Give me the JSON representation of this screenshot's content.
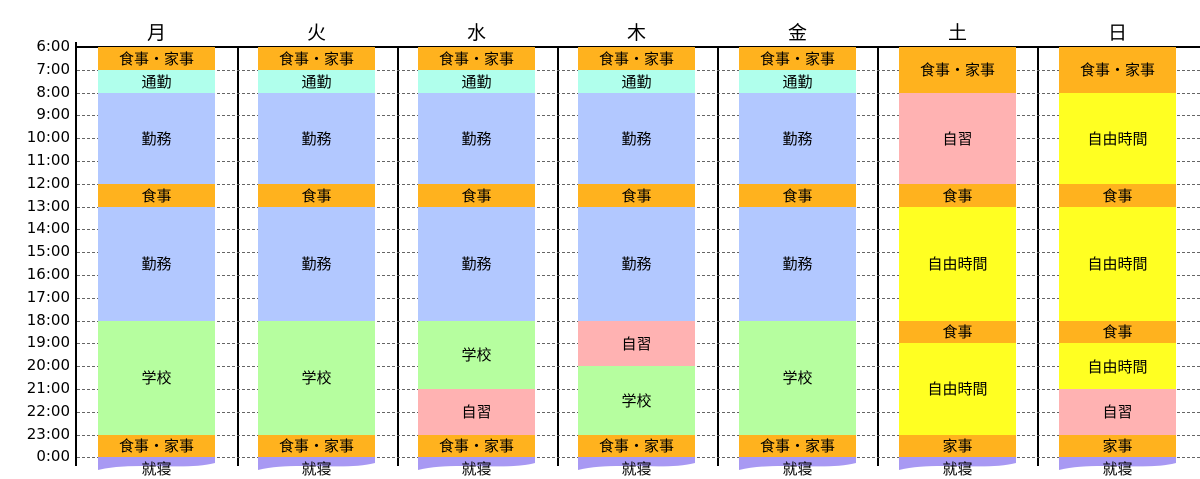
{
  "days": [
    {
      "label": "月",
      "blocks": [
        {
          "start": 6,
          "end": 7,
          "label": "食事・家事",
          "category": "meal_chores"
        },
        {
          "start": 7,
          "end": 8,
          "label": "通勤",
          "category": "commute"
        },
        {
          "start": 8,
          "end": 12,
          "label": "勤務",
          "category": "work"
        },
        {
          "start": 12,
          "end": 13,
          "label": "食事",
          "category": "meal_chores"
        },
        {
          "start": 13,
          "end": 18,
          "label": "勤務",
          "category": "work"
        },
        {
          "start": 18,
          "end": 23,
          "label": "学校",
          "category": "school"
        },
        {
          "start": 23,
          "end": 24,
          "label": "食事・家事",
          "category": "meal_chores"
        },
        {
          "start": 24,
          "end": 24.6,
          "label": "就寝",
          "category": "sleep"
        }
      ]
    },
    {
      "label": "火",
      "blocks": [
        {
          "start": 6,
          "end": 7,
          "label": "食事・家事",
          "category": "meal_chores"
        },
        {
          "start": 7,
          "end": 8,
          "label": "通勤",
          "category": "commute"
        },
        {
          "start": 8,
          "end": 12,
          "label": "勤務",
          "category": "work"
        },
        {
          "start": 12,
          "end": 13,
          "label": "食事",
          "category": "meal_chores"
        },
        {
          "start": 13,
          "end": 18,
          "label": "勤務",
          "category": "work"
        },
        {
          "start": 18,
          "end": 23,
          "label": "学校",
          "category": "school"
        },
        {
          "start": 23,
          "end": 24,
          "label": "食事・家事",
          "category": "meal_chores"
        },
        {
          "start": 24,
          "end": 24.6,
          "label": "就寝",
          "category": "sleep"
        }
      ]
    },
    {
      "label": "水",
      "blocks": [
        {
          "start": 6,
          "end": 7,
          "label": "食事・家事",
          "category": "meal_chores"
        },
        {
          "start": 7,
          "end": 8,
          "label": "通勤",
          "category": "commute"
        },
        {
          "start": 8,
          "end": 12,
          "label": "勤務",
          "category": "work"
        },
        {
          "start": 12,
          "end": 13,
          "label": "食事",
          "category": "meal_chores"
        },
        {
          "start": 13,
          "end": 18,
          "label": "勤務",
          "category": "work"
        },
        {
          "start": 18,
          "end": 21,
          "label": "学校",
          "category": "school"
        },
        {
          "start": 21,
          "end": 23,
          "label": "自習",
          "category": "self_study"
        },
        {
          "start": 23,
          "end": 24,
          "label": "食事・家事",
          "category": "meal_chores"
        },
        {
          "start": 24,
          "end": 24.6,
          "label": "就寝",
          "category": "sleep"
        }
      ]
    },
    {
      "label": "木",
      "blocks": [
        {
          "start": 6,
          "end": 7,
          "label": "食事・家事",
          "category": "meal_chores"
        },
        {
          "start": 7,
          "end": 8,
          "label": "通勤",
          "category": "commute"
        },
        {
          "start": 8,
          "end": 12,
          "label": "勤務",
          "category": "work"
        },
        {
          "start": 12,
          "end": 13,
          "label": "食事",
          "category": "meal_chores"
        },
        {
          "start": 13,
          "end": 18,
          "label": "勤務",
          "category": "work"
        },
        {
          "start": 18,
          "end": 20,
          "label": "自習",
          "category": "self_study"
        },
        {
          "start": 20,
          "end": 23,
          "label": "学校",
          "category": "school"
        },
        {
          "start": 23,
          "end": 24,
          "label": "食事・家事",
          "category": "meal_chores"
        },
        {
          "start": 24,
          "end": 24.6,
          "label": "就寝",
          "category": "sleep"
        }
      ]
    },
    {
      "label": "金",
      "blocks": [
        {
          "start": 6,
          "end": 7,
          "label": "食事・家事",
          "category": "meal_chores"
        },
        {
          "start": 7,
          "end": 8,
          "label": "通勤",
          "category": "commute"
        },
        {
          "start": 8,
          "end": 12,
          "label": "勤務",
          "category": "work"
        },
        {
          "start": 12,
          "end": 13,
          "label": "食事",
          "category": "meal_chores"
        },
        {
          "start": 13,
          "end": 18,
          "label": "勤務",
          "category": "work"
        },
        {
          "start": 18,
          "end": 23,
          "label": "学校",
          "category": "school"
        },
        {
          "start": 23,
          "end": 24,
          "label": "食事・家事",
          "category": "meal_chores"
        },
        {
          "start": 24,
          "end": 24.6,
          "label": "就寝",
          "category": "sleep"
        }
      ]
    },
    {
      "label": "土",
      "blocks": [
        {
          "start": 6,
          "end": 8,
          "label": "食事・家事",
          "category": "meal_chores"
        },
        {
          "start": 8,
          "end": 12,
          "label": "自習",
          "category": "self_study"
        },
        {
          "start": 12,
          "end": 13,
          "label": "食事",
          "category": "meal_chores"
        },
        {
          "start": 13,
          "end": 18,
          "label": "自由時間",
          "category": "free_time"
        },
        {
          "start": 18,
          "end": 19,
          "label": "食事",
          "category": "meal_chores"
        },
        {
          "start": 19,
          "end": 23,
          "label": "自由時間",
          "category": "free_time"
        },
        {
          "start": 23,
          "end": 24,
          "label": "家事",
          "category": "meal_chores"
        },
        {
          "start": 24,
          "end": 24.6,
          "label": "就寝",
          "category": "sleep"
        }
      ]
    },
    {
      "label": "日",
      "blocks": [
        {
          "start": 6,
          "end": 8,
          "label": "食事・家事",
          "category": "meal_chores"
        },
        {
          "start": 8,
          "end": 12,
          "label": "自由時間",
          "category": "free_time"
        },
        {
          "start": 12,
          "end": 13,
          "label": "食事",
          "category": "meal_chores"
        },
        {
          "start": 13,
          "end": 18,
          "label": "自由時間",
          "category": "free_time"
        },
        {
          "start": 18,
          "end": 19,
          "label": "食事",
          "category": "meal_chores"
        },
        {
          "start": 19,
          "end": 21,
          "label": "自由時間",
          "category": "free_time"
        },
        {
          "start": 21,
          "end": 23,
          "label": "自習",
          "category": "self_study"
        },
        {
          "start": 23,
          "end": 24,
          "label": "家事",
          "category": "meal_chores"
        },
        {
          "start": 24,
          "end": 24.6,
          "label": "就寝",
          "category": "sleep"
        }
      ]
    }
  ],
  "time_labels": [
    "6:00",
    "7:00",
    "8:00",
    "9:00",
    "10:00",
    "11:00",
    "12:00",
    "13:00",
    "14:00",
    "15:00",
    "16:00",
    "17:00",
    "18:00",
    "19:00",
    "20:00",
    "21:00",
    "22:00",
    "23:00",
    "0:00"
  ],
  "colors": {
    "meal_chores": "#FFB21E",
    "commute": "#B0FFEC",
    "work": "#B2C8FF",
    "school": "#B6FE9F",
    "self_study": "#FFB2B2",
    "free_time": "#FFFF22",
    "sleep": "#A899F3"
  }
}
